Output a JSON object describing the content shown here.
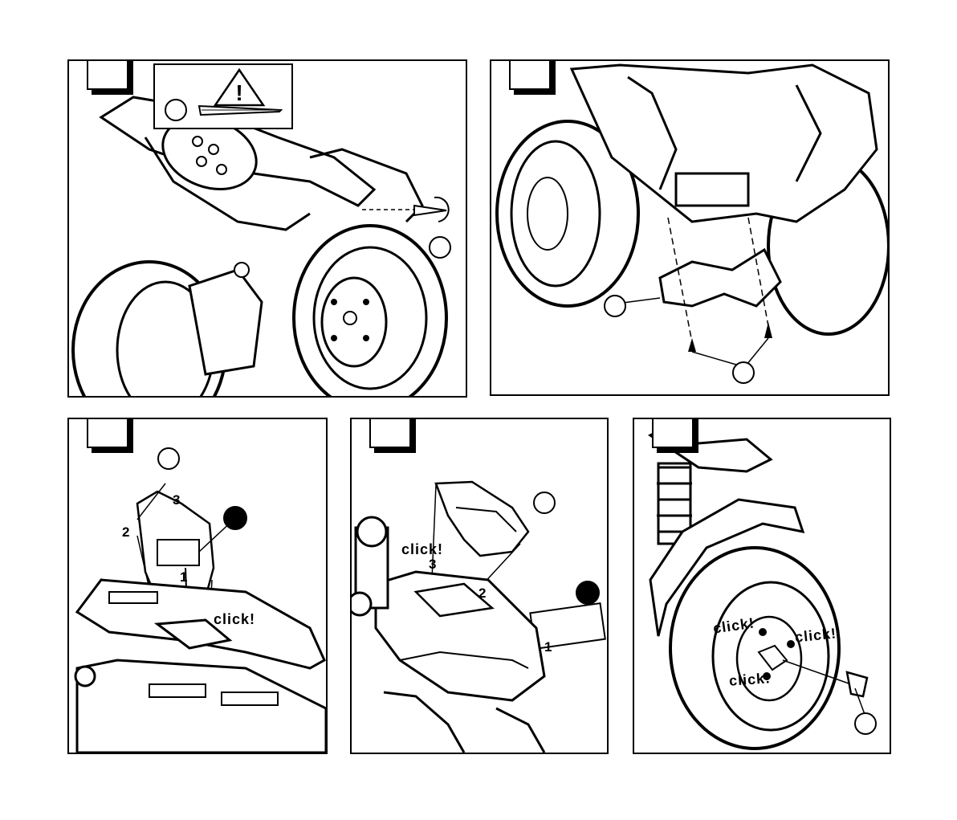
{
  "panels": [
    {
      "id": "p1",
      "labels": []
    },
    {
      "id": "p2",
      "labels": []
    },
    {
      "id": "p3",
      "labels": [
        {
          "key": "n3",
          "text": "3"
        },
        {
          "key": "n2",
          "text": "2"
        },
        {
          "key": "n1",
          "text": "1"
        },
        {
          "key": "click",
          "text": "click!"
        }
      ]
    },
    {
      "id": "p4",
      "labels": [
        {
          "key": "click",
          "text": "click!"
        },
        {
          "key": "n3",
          "text": "3"
        },
        {
          "key": "n2",
          "text": "2"
        },
        {
          "key": "n1",
          "text": "1"
        }
      ]
    },
    {
      "id": "p5",
      "labels": [
        {
          "key": "click_a",
          "text": "click!"
        },
        {
          "key": "click_b",
          "text": "click!"
        },
        {
          "key": "click_c",
          "text": "click!"
        }
      ]
    }
  ],
  "warning": {
    "symbol": "!"
  },
  "icons": [
    "warning-triangle-icon",
    "screw-icon",
    "step-number-box-icon",
    "part-callout-circle-icon"
  ]
}
